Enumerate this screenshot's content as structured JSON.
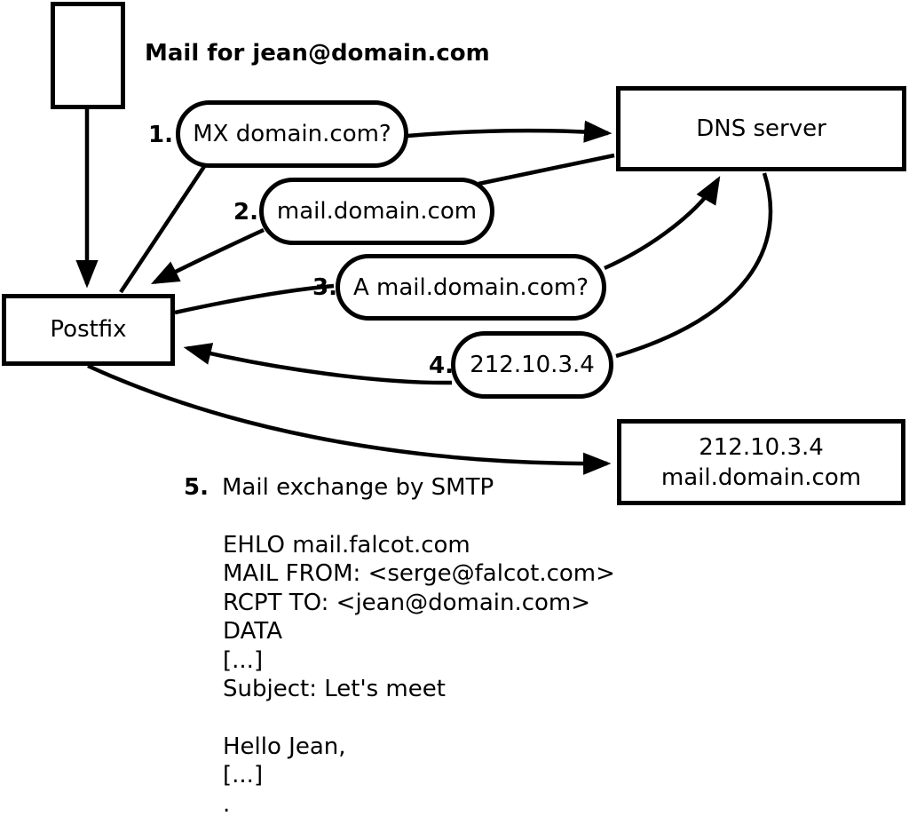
{
  "colors": {
    "stroke": "#000000",
    "background": "#ffffff"
  },
  "nodes": {
    "postfix": {
      "label": "Postfix"
    },
    "dns": {
      "label": "DNS server"
    },
    "mailserver": {
      "line1": "212.10.3.4",
      "line2": "mail.domain.com"
    }
  },
  "annotations": {
    "mail_for": "Mail for jean@domain.com"
  },
  "steps": [
    {
      "num": "1.",
      "label": "MX domain.com?"
    },
    {
      "num": "2.",
      "label": "mail.domain.com"
    },
    {
      "num": "3.",
      "label": "A mail.domain.com?"
    },
    {
      "num": "4.",
      "label": "212.10.3.4"
    },
    {
      "num": "5.",
      "label": "Mail exchange by SMTP"
    }
  ],
  "smtp_session": "EHLO mail.falcot.com\nMAIL FROM: <serge@falcot.com>\nRCPT TO: <jean@domain.com>\nDATA\n[...]\nSubject: Let's meet\n\nHello Jean,\n[...]\n."
}
